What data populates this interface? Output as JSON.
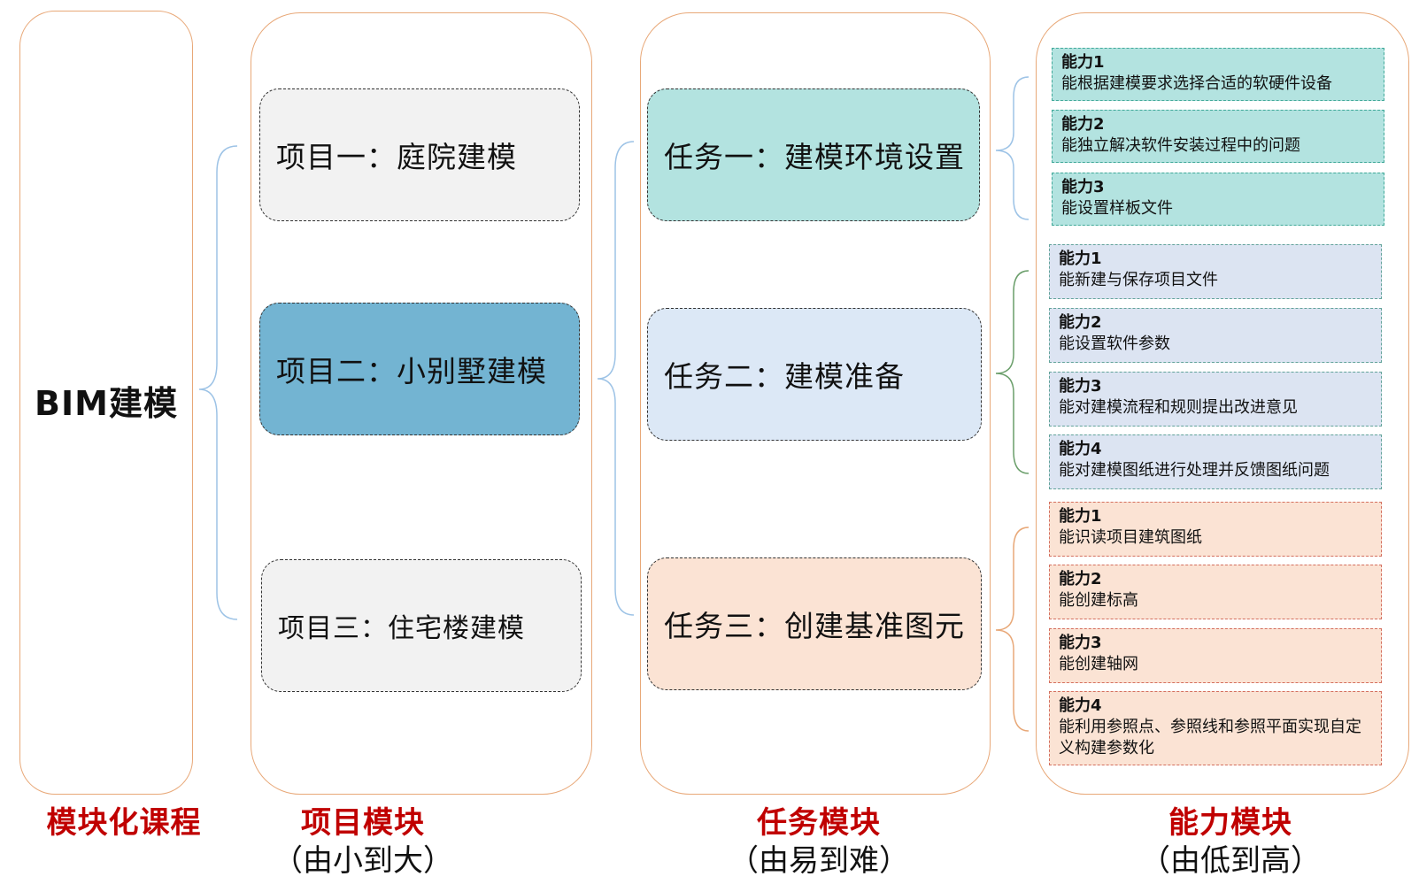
{
  "course": {
    "title": "BIM建模"
  },
  "projects": [
    {
      "label": "项目一：庭院建模"
    },
    {
      "label": "项目二：小别墅建模"
    },
    {
      "label": "项目三：住宅楼建模"
    }
  ],
  "tasks": [
    {
      "label": "任务一：建模环境设置"
    },
    {
      "label": "任务二：建模准备"
    },
    {
      "label": "任务三：创建基准图元"
    }
  ],
  "abilities": {
    "group1": [
      {
        "name": "能力1",
        "desc": "能根据建模要求选择合适的软硬件设备"
      },
      {
        "name": "能力2",
        "desc": "能独立解决软件安装过程中的问题"
      },
      {
        "name": "能力3",
        "desc": "能设置样板文件"
      }
    ],
    "group2": [
      {
        "name": "能力1",
        "desc": "能新建与保存项目文件"
      },
      {
        "name": "能力2",
        "desc": "能设置软件参数"
      },
      {
        "name": "能力3",
        "desc": "能对建模流程和规则提出改进意见"
      },
      {
        "name": "能力4",
        "desc": "能对建模图纸进行处理并反馈图纸问题"
      }
    ],
    "group3": [
      {
        "name": "能力1",
        "desc": "能识读项目建筑图纸"
      },
      {
        "name": "能力2",
        "desc": "能创建标高"
      },
      {
        "name": "能力3",
        "desc": "能创建轴网"
      },
      {
        "name": "能力4",
        "desc": "能利用参照点、参照线和参照平面实现自定义构建参数化"
      }
    ]
  },
  "footer": {
    "course": {
      "title": "模块化课程"
    },
    "project": {
      "title": "项目模块",
      "sub": "（由小到大）"
    },
    "task": {
      "title": "任务模块",
      "sub": "（由易到难）"
    },
    "ability": {
      "title": "能力模块",
      "sub": "（由低到高）"
    }
  },
  "colors": {
    "panel_border": "#e8a878",
    "footer_title": "#c00000",
    "project_highlight": "#73b4d2",
    "task1_fill": "#b3e3e0",
    "task2_fill": "#dce8f6",
    "task3_fill": "#fbe3d4"
  }
}
